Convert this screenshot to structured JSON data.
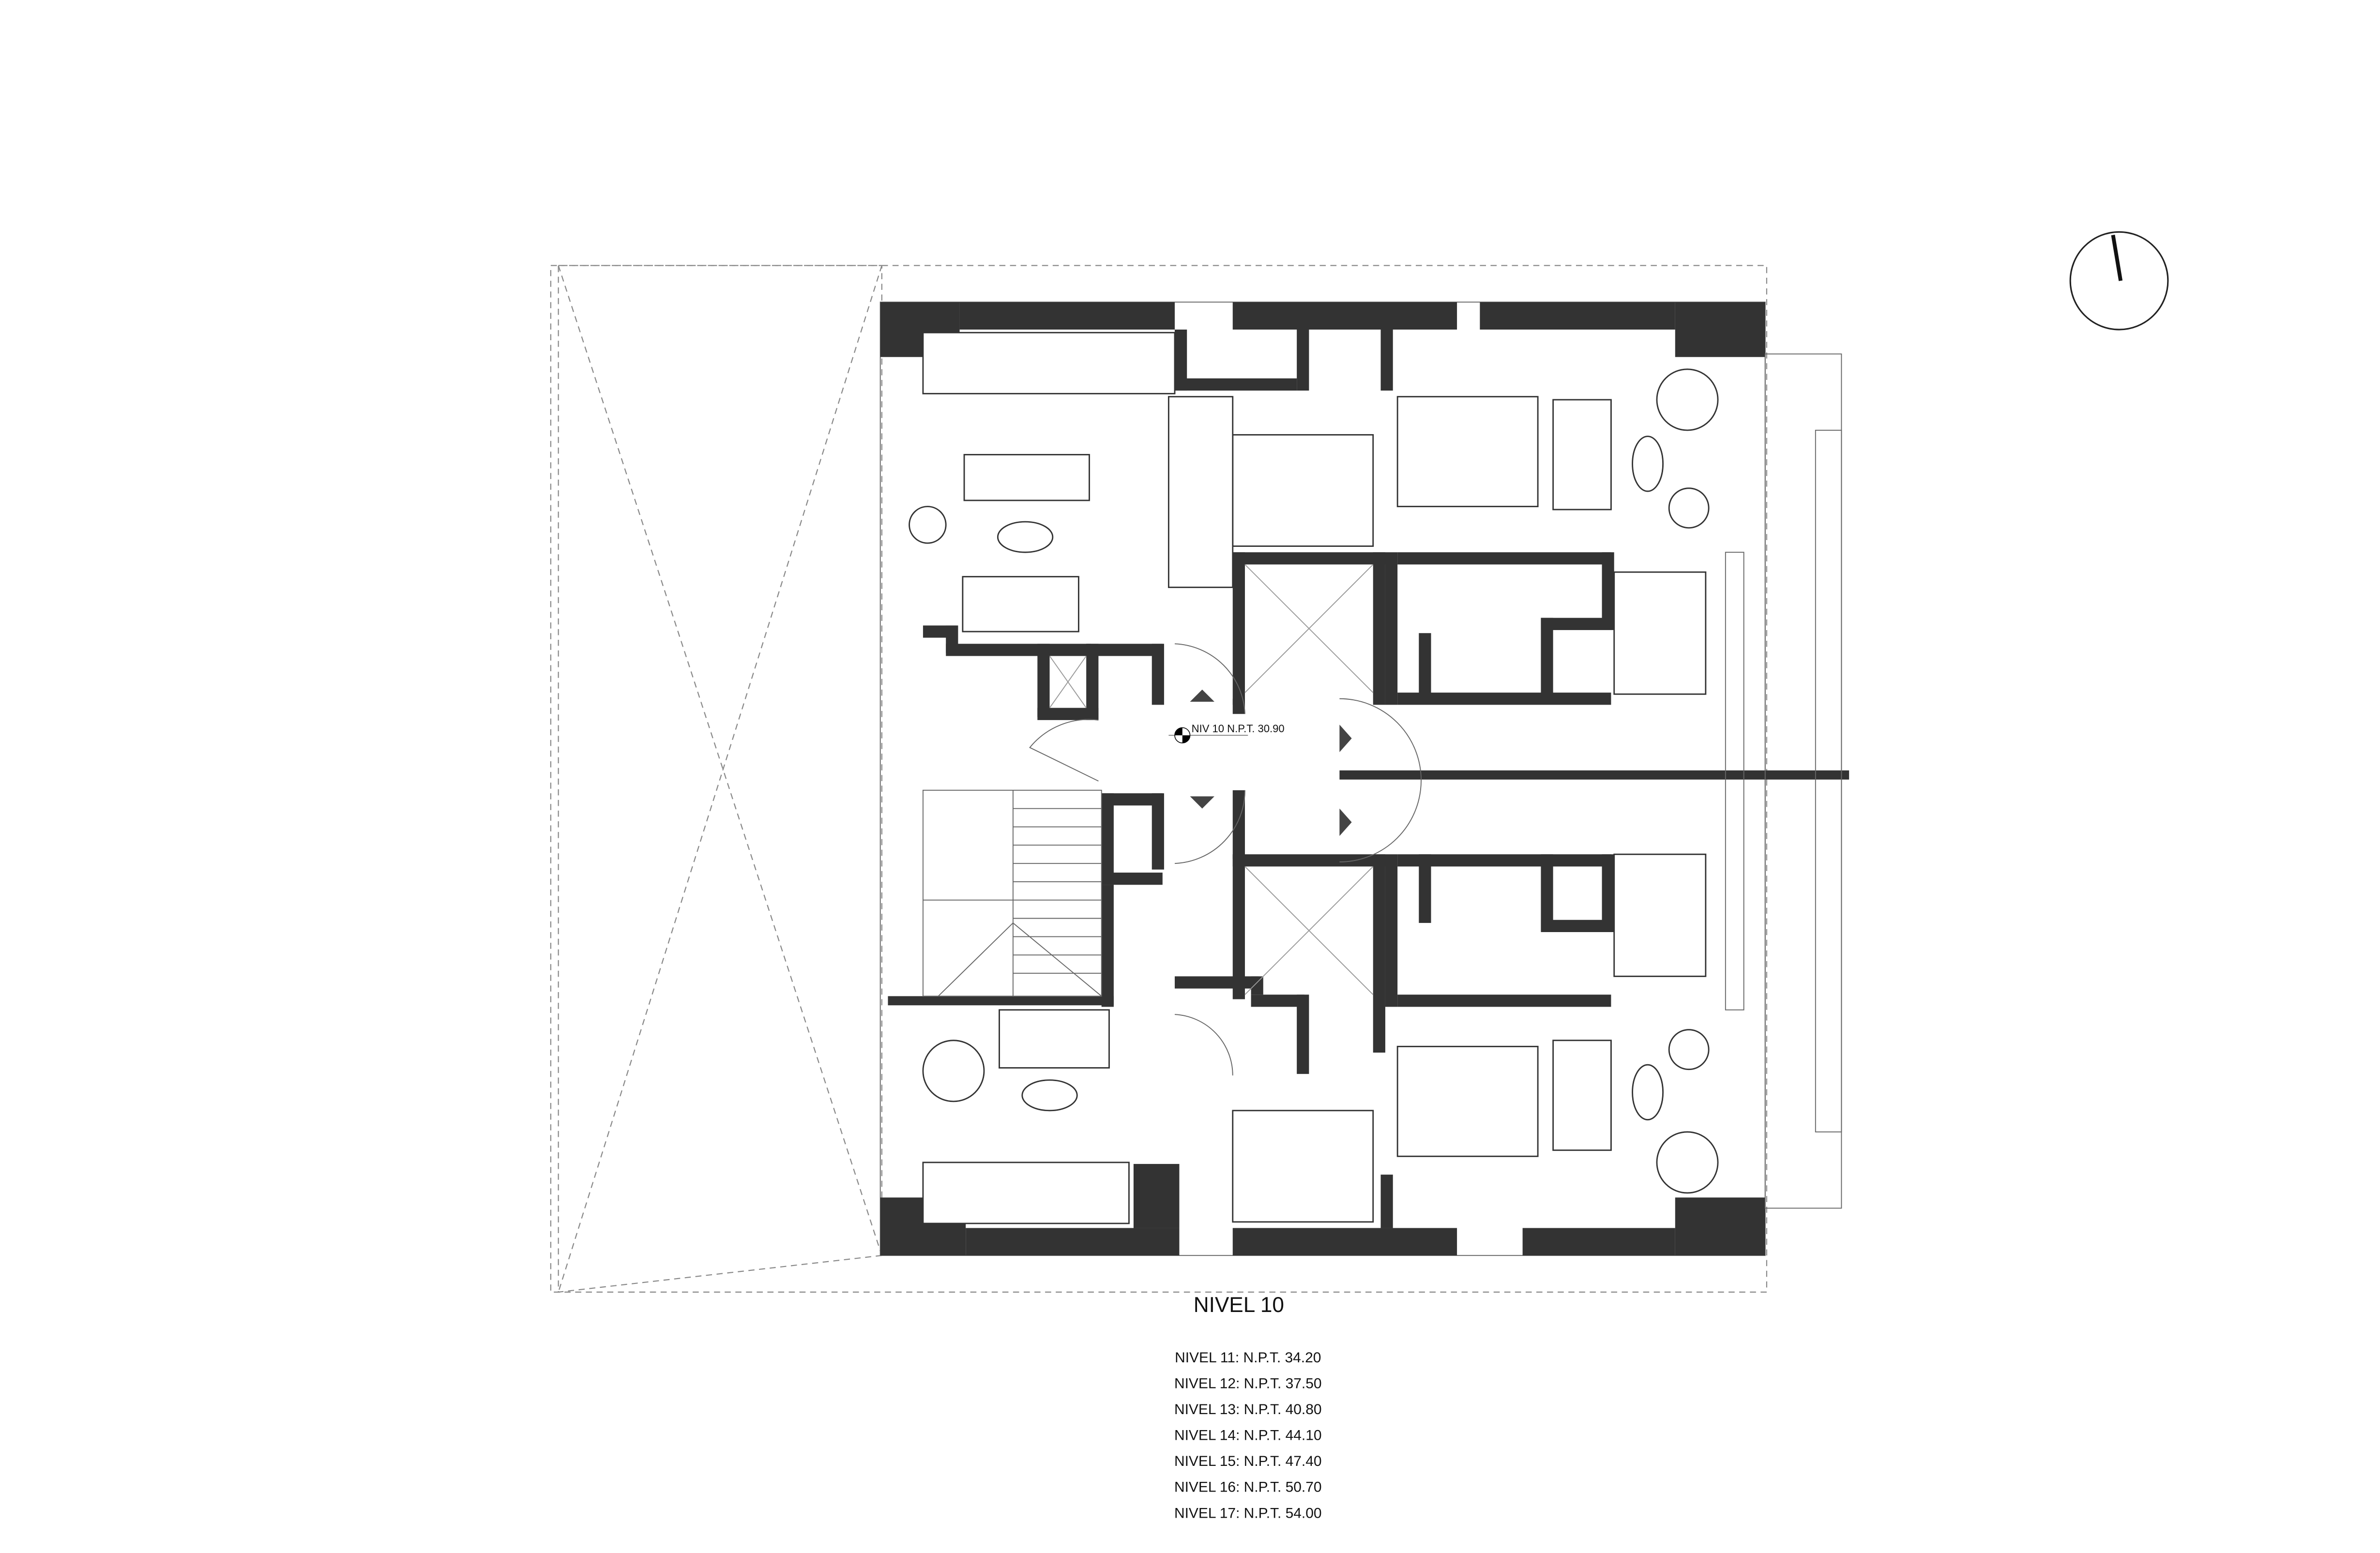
{
  "plan": {
    "title": "NIVEL 10",
    "level_marker": "NIV 10 N.P.T. 30.90",
    "levels": [
      "NIVEL 11: N.P.T. 34.20",
      "NIVEL 12: N.P.T. 37.50",
      "NIVEL 13: N.P.T. 40.80",
      "NIVEL 14: N.P.T. 44.10",
      "NIVEL 15: N.P.T. 47.40",
      "NIVEL 16: N.P.T. 50.70",
      "NIVEL 17: N.P.T. 54.00"
    ]
  },
  "icons": {
    "north_arrow": "north-arrow-icon",
    "level_marker": "level-datum-icon"
  },
  "colors": {
    "wall": "#333333",
    "line": "#666666"
  }
}
